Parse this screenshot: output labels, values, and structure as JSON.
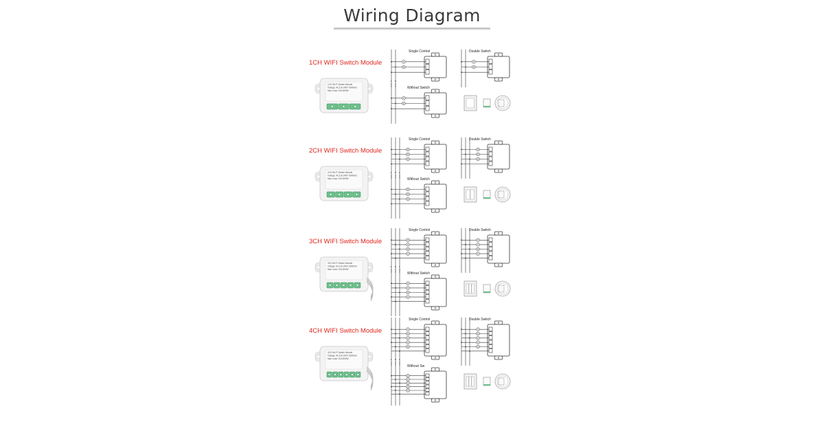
{
  "page": {
    "title": "Wiring Diagram"
  },
  "colors": {
    "accent": "#e0261d",
    "terminal": "#6cc08a",
    "line": "#333333"
  },
  "sections": [
    {
      "label": "1CH WIFI Switch Module",
      "channels": 1,
      "product_lines": [
        "1CH Wi-Fi Switch Module",
        "Voltage: AC110-240V 50/60Hz",
        "Max Load: 10A 800W"
      ],
      "diagrams": [
        "Single Control",
        "Double Switch",
        "Without Switch"
      ]
    },
    {
      "label": "2CH WIFI Switch Module",
      "channels": 2,
      "product_lines": [
        "2CH Wi-Fi Switch Module",
        "Voltage: AC110-240V 50/60Hz",
        "Max Load: 10A 800W"
      ],
      "diagrams": [
        "Single Control",
        "Double Switch",
        "Without Switch"
      ]
    },
    {
      "label": "3CH WIFI Switch Module",
      "channels": 3,
      "product_lines": [
        "3CH Wi-Fi Switch Module",
        "Voltage: AC110-240V 50/60Hz",
        "Max Load: 10A 800W"
      ],
      "diagrams": [
        "Single Control",
        "Double Switch",
        "Without Switch"
      ]
    },
    {
      "label": "4CH WIFI Switch Module",
      "channels": 4,
      "product_lines": [
        "4CH Wi-Fi Switch Module",
        "Voltage: AC110-240V 50/60Hz",
        "Max Load: 10A 800W"
      ],
      "diagrams": [
        "Single Control",
        "Double Switch",
        "Without Sw"
      ]
    }
  ]
}
